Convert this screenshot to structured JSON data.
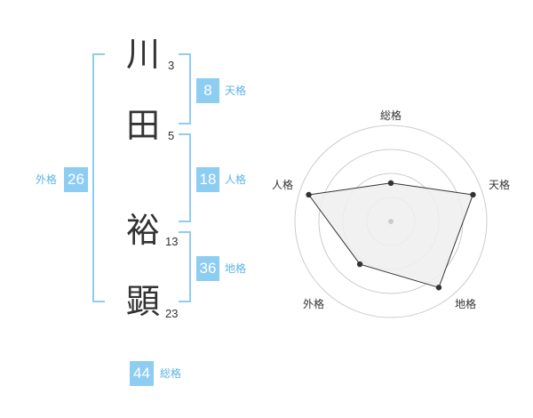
{
  "name": {
    "characters": [
      {
        "char": "川",
        "strokes": "3"
      },
      {
        "char": "田",
        "strokes": "5"
      },
      {
        "char": "裕",
        "strokes": "13"
      },
      {
        "char": "顕",
        "strokes": "23"
      }
    ]
  },
  "fortune": {
    "tenkaku": {
      "value": "8",
      "label": "天格"
    },
    "jinkaku": {
      "value": "18",
      "label": "人格"
    },
    "chikaku": {
      "value": "36",
      "label": "地格"
    },
    "gaikaku": {
      "value": "26",
      "label": "外格"
    },
    "soukaku": {
      "value": "44",
      "label": "総格"
    }
  },
  "colors": {
    "accent": "#8ecdf2",
    "accent_text": "#5cb4e6",
    "text": "#333333"
  },
  "chart_data": {
    "type": "radar",
    "axes": [
      "総格",
      "天格",
      "地格",
      "外格",
      "人格"
    ],
    "values": [
      0.4,
      0.9,
      0.85,
      0.55,
      0.9
    ],
    "range": [
      0,
      1
    ],
    "rings": 4
  }
}
